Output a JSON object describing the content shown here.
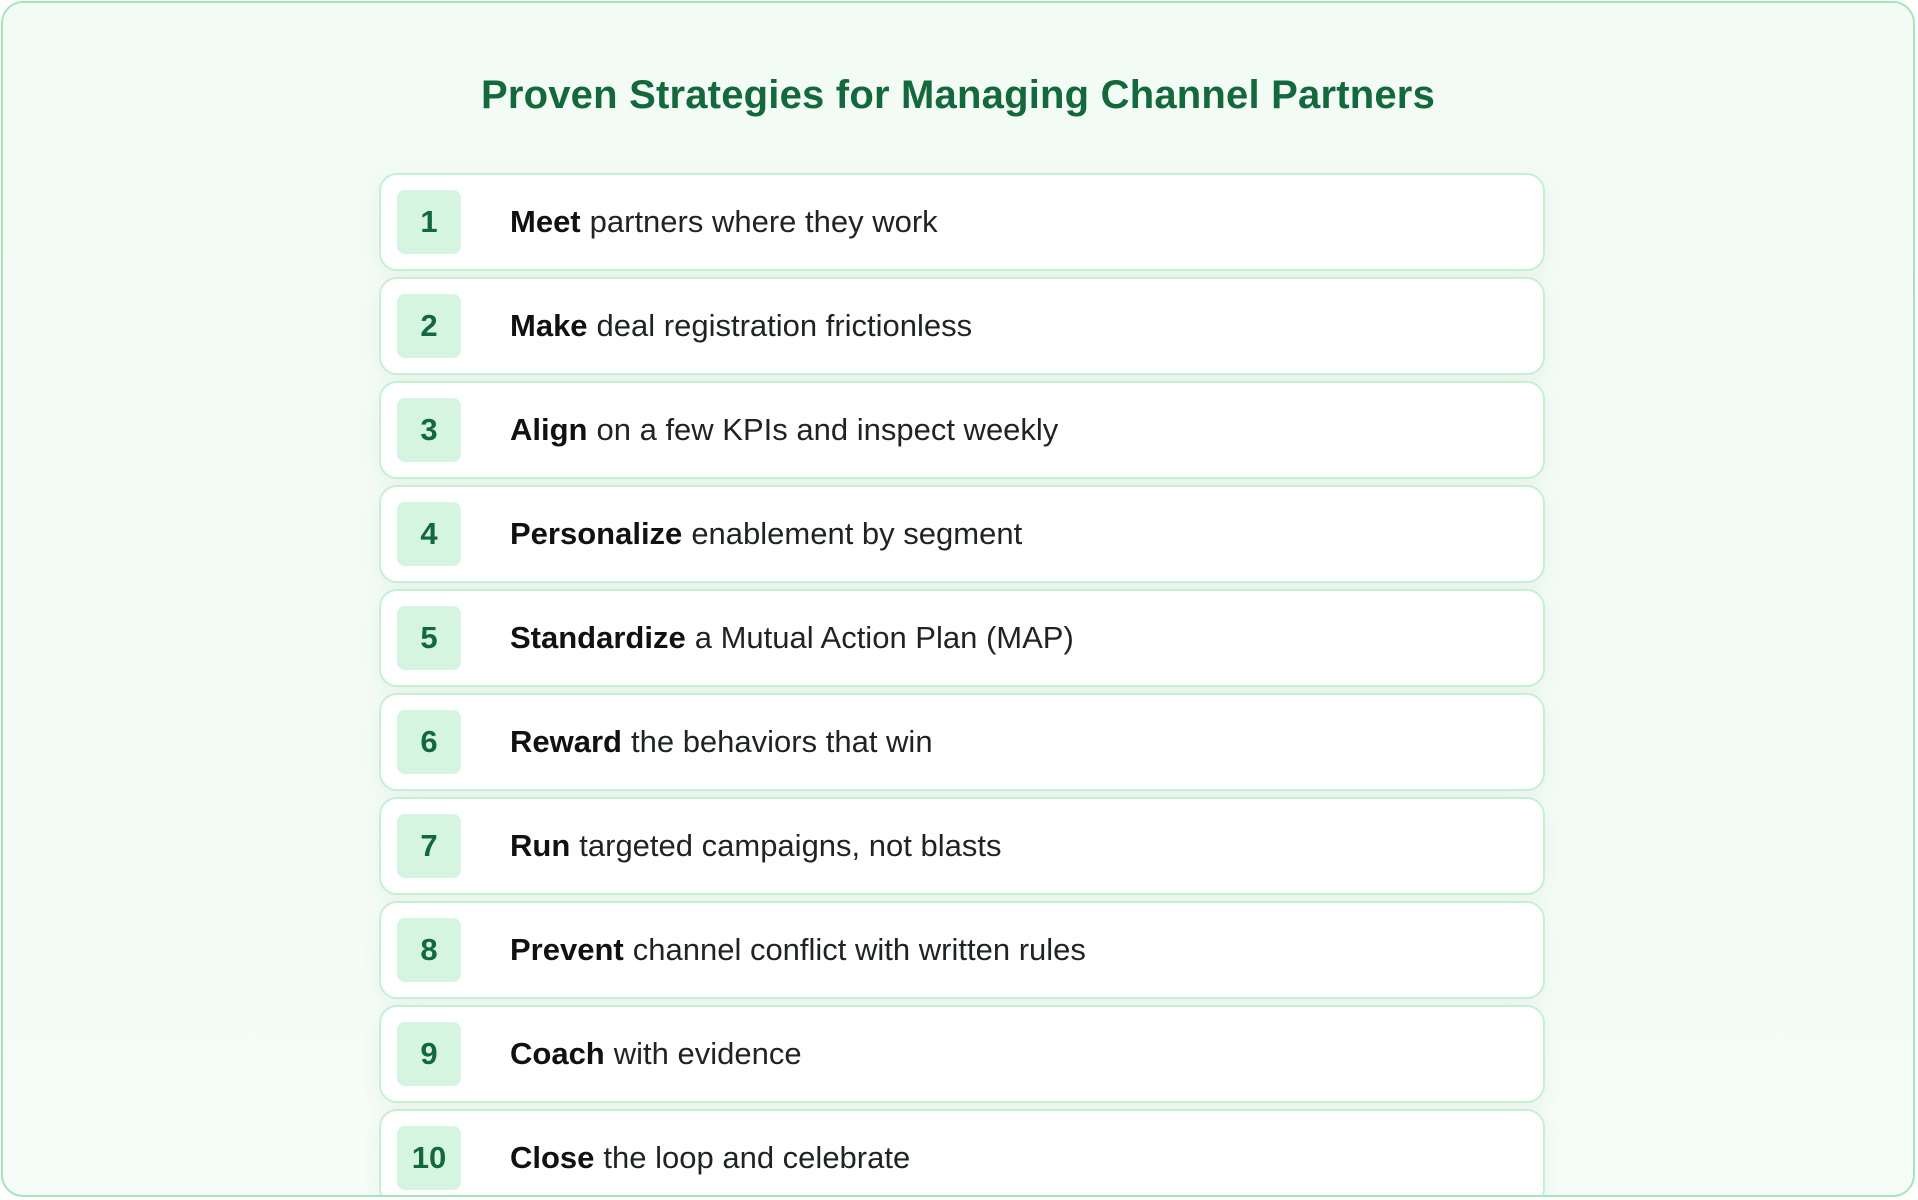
{
  "title": "Proven Strategies for Managing Channel Partners",
  "strategies": [
    {
      "number": "1",
      "keyword": "Meet",
      "text": "partners where they work"
    },
    {
      "number": "2",
      "keyword": "Make",
      "text": "deal registration frictionless"
    },
    {
      "number": "3",
      "keyword": "Align",
      "text": "on a few KPIs and inspect weekly"
    },
    {
      "number": "4",
      "keyword": "Personalize",
      "text": "enablement by segment"
    },
    {
      "number": "5",
      "keyword": "Standardize",
      "text": "a Mutual Action Plan (MAP)"
    },
    {
      "number": "6",
      "keyword": "Reward",
      "text": "the behaviors that win"
    },
    {
      "number": "7",
      "keyword": "Run",
      "text": "targeted campaigns, not blasts"
    },
    {
      "number": "8",
      "keyword": "Prevent",
      "text": "channel conflict with written rules"
    },
    {
      "number": "9",
      "keyword": "Coach",
      "text": "with evidence"
    },
    {
      "number": "10",
      "keyword": "Close",
      "text": "the loop and celebrate"
    }
  ],
  "colors": {
    "accent": "#13683c",
    "badge_bg": "#d6f5e0",
    "border": "#c6efd3",
    "frame_border": "#a7e3bb"
  }
}
